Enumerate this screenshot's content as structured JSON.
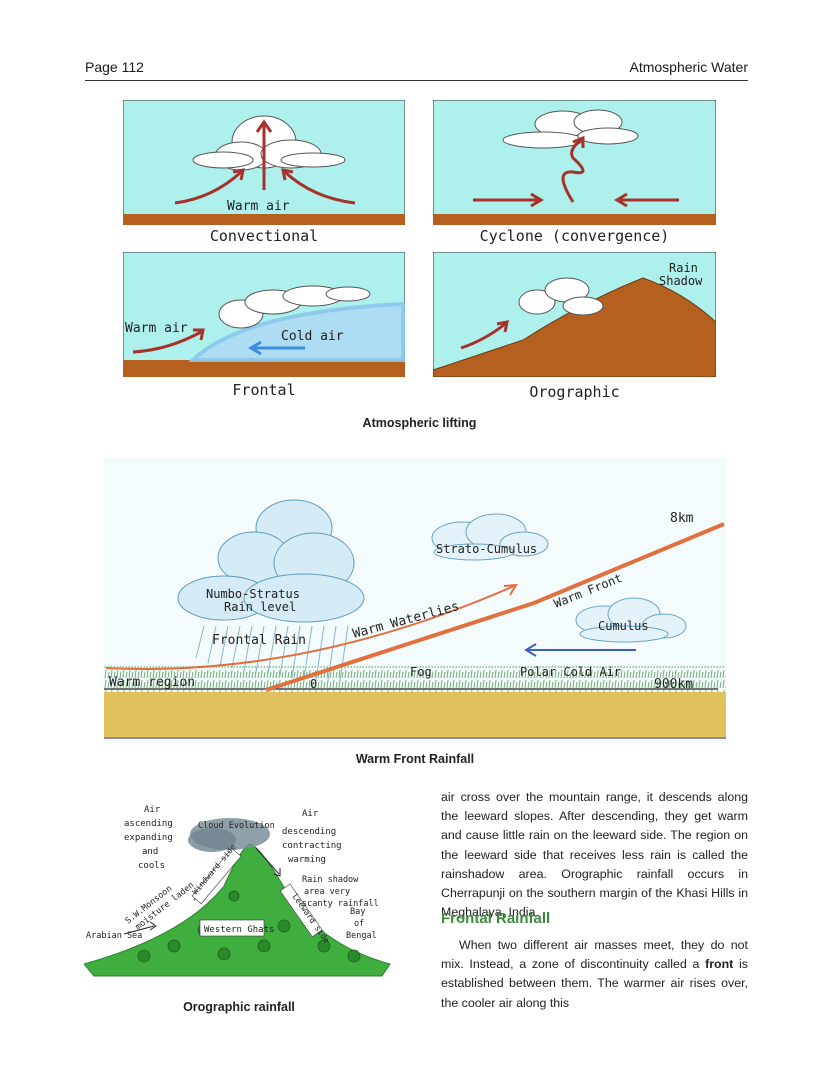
{
  "header": {
    "page_number": "Page 112",
    "chapter_title": "Atmospheric Water"
  },
  "lifting_panels": {
    "convectional": {
      "label": "Convectional",
      "annotation": "Warm air"
    },
    "cyclone": {
      "label": "Cyclone (convergence)"
    },
    "frontal": {
      "label": "Frontal",
      "warm_air": "Warm air",
      "cold_air": "Cold air"
    },
    "orographic": {
      "label": "Orographic",
      "rain_shadow_line1": "Rain",
      "rain_shadow_line2": "Shadow"
    },
    "caption": "Atmospheric lifting"
  },
  "warm_front": {
    "height_label": "8km",
    "strato_cumulus": "Strato-Cumulus",
    "nimbo_line1": "Numbo-Stratus",
    "nimbo_line2": "Rain level",
    "warm_waterlies": "Warm Waterlies",
    "warm_front": "Warm Front",
    "frontal_rain": "Frontal Rain",
    "cumulus": "Cumulus",
    "warm_region": "Warm region",
    "zero": "0",
    "fog": "Fog",
    "polar_cold_air": "Polar Cold Air",
    "distance": "900km",
    "caption": "Warm Front Rainfall"
  },
  "orographic_rainfall": {
    "air_ascending": [
      "Air",
      "ascending",
      "expanding",
      "and",
      "cools"
    ],
    "cloud_evolution": "Cloud Evolution",
    "air_descending": [
      "Air",
      "descending",
      "contracting",
      "warming"
    ],
    "rain_shadow": [
      "Rain shadow",
      "area very",
      "scanty rainfall"
    ],
    "monsoon": [
      "S.W.Monsoon",
      "moisture laden"
    ],
    "windward_side": "Windward side",
    "leeward_side": "Leeward side",
    "arabian_sea": "Arabian Sea",
    "western_ghats": "Western Ghats",
    "bay_of_bengal": [
      "Bay",
      "of",
      "Bengal"
    ],
    "caption": "Orographic rainfall"
  },
  "body": {
    "paragraph1": "air cross over the mountain range, it descends along the leeward slopes. After descending, they get warm and cause little rain on the leeward side. The region on the leeward side that receives less rain is called the rainshadow area. Orographic rainfall occurs in Cherrapunji on the southern margin of the Khasi Hills in Meghalaya, India.",
    "heading": "Frontal Rainfall",
    "paragraph2_before": "When two different air masses meet, they do not mix. Instead, a zone of discontinuity called a ",
    "paragraph2_bold": "front",
    "paragraph2_after": " is established between them. The warmer air rises over, the cooler air along this"
  },
  "colors": {
    "sky": "#aef0ec",
    "ground": "#b5601f",
    "arrow": "#a6322c",
    "heading": "#3c8a3c",
    "orange_front": "#e2703f",
    "blue_arrow": "#3d5fc4"
  }
}
